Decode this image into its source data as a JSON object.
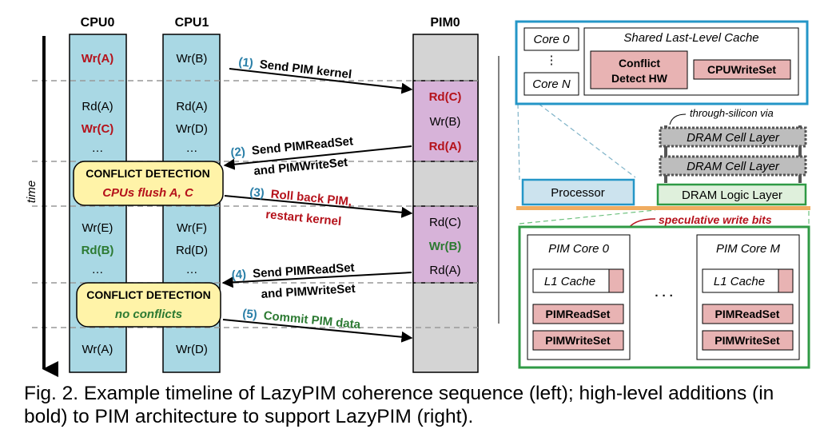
{
  "colors": {
    "cpu_fill": "#a9d8e4",
    "pim_fill": "#d7b3d9",
    "pim_idle": "#d4d4d4",
    "red": "#b5121b",
    "green": "#2c7a32",
    "blue": "#2a7fa8",
    "proc_border": "#2496c7",
    "pim_border": "#2f9a45",
    "conflict_fill": "#fff3a8",
    "hw_fill": "#e8b3b3",
    "logic_fill": "#dff0dc",
    "proc_fill": "#cce3ee",
    "tsv_fill": "#f0ac60"
  },
  "timeline": {
    "headers": {
      "cpu0": "CPU0",
      "cpu1": "CPU1",
      "pim0": "PIM0"
    },
    "time_label": "time",
    "cpu0": [
      "Wr(A)",
      "Rd(A)",
      "Wr(C)",
      "…",
      "Wr(E)",
      "Rd(B)",
      "…",
      "Wr(A)"
    ],
    "cpu1": [
      "Wr(B)",
      "Rd(A)",
      "Wr(D)",
      "…",
      "Wr(F)",
      "Rd(D)",
      "…",
      "Wr(D)"
    ],
    "pim_block1": [
      "Rd(C)",
      "Wr(B)",
      "Rd(A)"
    ],
    "pim_block2": [
      "Rd(C)",
      "Wr(B)",
      "Rd(A)"
    ],
    "conflict1": {
      "title": "CONFLICT DETECTION",
      "sub": "CPUs flush A, C"
    },
    "conflict2": {
      "title": "CONFLICT DETECTION",
      "sub": "no conflicts"
    },
    "steps": [
      {
        "num": "(1)",
        "line1": "Send PIM kernel",
        "line2": ""
      },
      {
        "num": "(2)",
        "line1": "Send PIMReadSet",
        "line2": "and PIMWriteSet"
      },
      {
        "num": "(3)",
        "line1": "Roll back PIM,",
        "line2": "restart kernel"
      },
      {
        "num": "(4)",
        "line1": "Send PIMReadSet",
        "line2": "and PIMWriteSet"
      },
      {
        "num": "(5)",
        "line1": "Commit PIM data",
        "line2": ""
      }
    ]
  },
  "arch": {
    "core0": "Core 0",
    "vdots": "⋮",
    "coreN": "Core N",
    "llc": "Shared Last-Level Cache",
    "conflict_hw": [
      "Conflict",
      "Detect HW"
    ],
    "cpu_write_set": "CPUWriteSet",
    "tsv": "through-silicon via",
    "dram_cell_1": "DRAM Cell Layer",
    "dram_cell_2": "DRAM Cell Layer",
    "processor": "Processor",
    "dram_logic": "DRAM Logic Layer",
    "spec_bits": "speculative write bits",
    "pim_core_0": "PIM Core 0",
    "pim_core_m": "PIM Core M",
    "l1_cache": "L1 Cache",
    "pim_read_set": "PIMReadSet",
    "pim_write_set": "PIMWriteSet",
    "hdots": "· · ·"
  },
  "caption": "Fig. 2. Example timeline of LazyPIM coherence sequence (left); high-level additions (in bold) to PIM architecture to support LazyPIM (right)."
}
